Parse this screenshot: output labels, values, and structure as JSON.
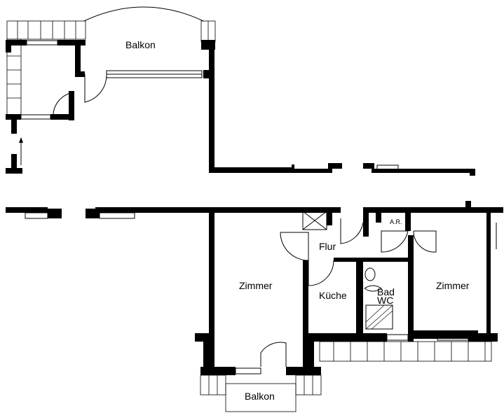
{
  "plan": {
    "rooms": {
      "balcony_top": "Balkon",
      "hallway": "Flur",
      "room_left": "Zimmer",
      "kitchen": "Küche",
      "bath": "Bad",
      "wc": "WC",
      "room_right": "Zimmer",
      "balcony_bottom": "Balkon",
      "storage": "A.R."
    }
  }
}
